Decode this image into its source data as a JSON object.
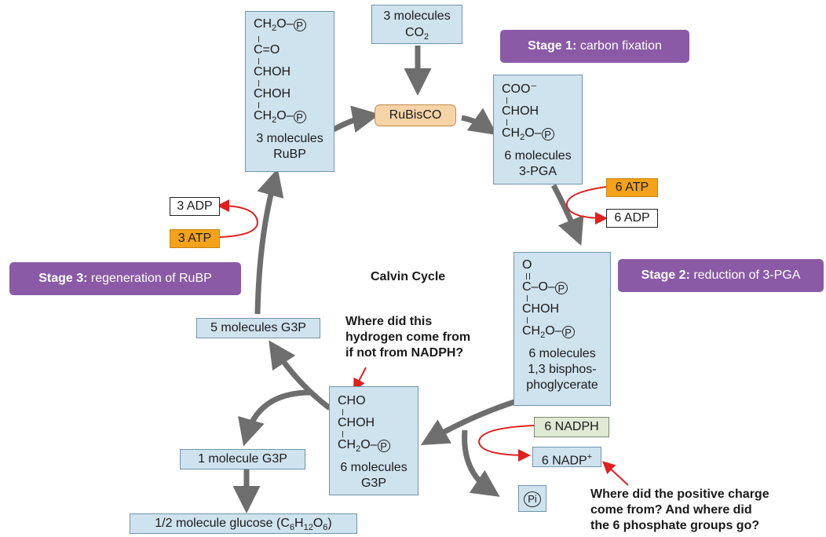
{
  "title": "Calvin Cycle",
  "stages": {
    "stage1": {
      "label": "Stage 1:",
      "text": "carbon fixation"
    },
    "stage2": {
      "label": "Stage 2:",
      "text": "reduction of 3-PGA"
    },
    "stage3": {
      "label": "Stage 3:",
      "text": "regeneration of RuBP"
    }
  },
  "co2": {
    "line1": "3 molecules",
    "line2": "CO",
    "sub": "2"
  },
  "enzyme": "RuBisCO",
  "rubp": {
    "formula": [
      "CH",
      "C=O",
      "CHOH",
      "CHOH",
      "CH"
    ],
    "caption1": "3 molecules",
    "caption2": "RuBP"
  },
  "pga": {
    "formula": [
      "COO⁻",
      "CHOH",
      "CH"
    ],
    "caption1": "6 molecules",
    "caption2": "3-PGA"
  },
  "bpg": {
    "formula": [
      "O",
      "C–O–",
      "CHOH",
      "CH"
    ],
    "caption1": "6 molecules",
    "caption2": "1,3 bisphos-",
    "caption3": "phoglycerate"
  },
  "g3p": {
    "formula": [
      "CHO",
      "CHOH",
      "CH"
    ],
    "caption1": "6 molecules",
    "caption2": "G3P"
  },
  "phosphate_symbol": "P",
  "cofactors": {
    "atp6": "6 ATP",
    "adp6": "6 ADP",
    "atp3": "3 ATP",
    "adp3": "3 ADP",
    "nadph": "6 NADPH",
    "nadp": "6 NADP",
    "nadp_sup": "+",
    "pi": "Pi"
  },
  "g3p5": "5 molecules G3P",
  "g3p1": "1 molecule G3P",
  "glucose": {
    "text": "1/2 molecule glucose (C",
    "s1": "6",
    "h": "H",
    "s2": "12",
    "o": "O",
    "s3": "6",
    "end": ")"
  },
  "questions": {
    "hydrogen": [
      "Where did this",
      "hydrogen come from",
      "if not from NADPH?"
    ],
    "charge": [
      "Where did the positive charge",
      "come from? And where did",
      "the 6 phosphate groups go?"
    ]
  }
}
